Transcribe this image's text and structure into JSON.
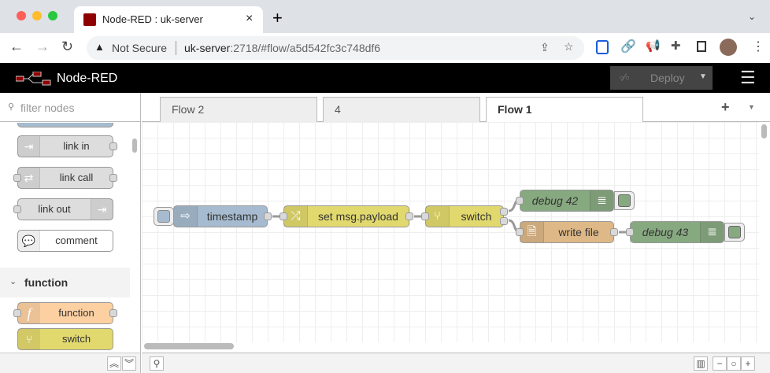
{
  "browser": {
    "tab_title": "Node-RED : uk-server",
    "not_secure": "Not Secure",
    "url_host": "uk-server",
    "url_rest": ":2718/#flow/a5d542fc3c748df6"
  },
  "app": {
    "title": "Node-RED",
    "deploy_label": "Deploy"
  },
  "palette": {
    "filter_placeholder": "filter nodes",
    "nodes": [
      "link in",
      "link call",
      "link out",
      "comment"
    ],
    "category": "function",
    "function_nodes": [
      "function",
      "switch"
    ]
  },
  "flow_tabs": [
    "Flow 2",
    "4",
    "Flow 1"
  ],
  "active_tab": "Flow 1",
  "flow": {
    "nodes": {
      "timestamp": "timestamp",
      "change": "set msg.payload",
      "switch": "switch",
      "debug42": "debug 42",
      "write": "write file",
      "debug43": "debug 43"
    }
  },
  "colors": {
    "inject": "#a6bbcf",
    "change": "#e2d96e",
    "debug": "#87a980",
    "file": "#deb887",
    "function": "#fdd0a2",
    "link": "#dddddd"
  }
}
